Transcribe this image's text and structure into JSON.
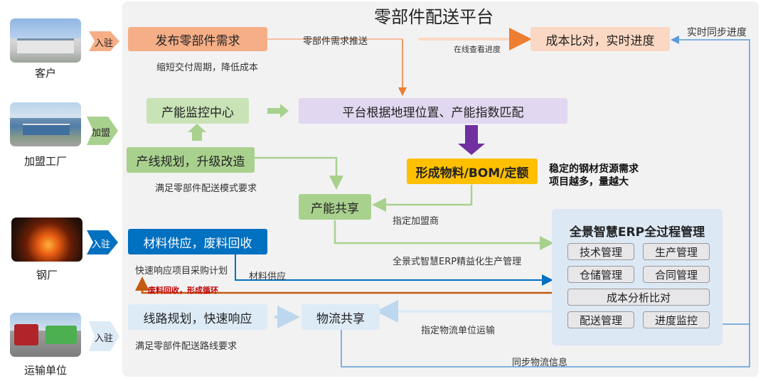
{
  "title": "零部件配送平台",
  "entities": {
    "customer": "客户",
    "factory": "加盟工厂",
    "steel": "钢厂",
    "transport": "运输单位"
  },
  "chevrons": {
    "customer": "入驻",
    "factory": "加盟",
    "steel": "入驻",
    "transport": "入驻"
  },
  "boxes": {
    "publish": "发布零部件需求",
    "compare": "成本比对，实时进度",
    "monitor": "产能监控中心",
    "match": "平台根据地理位置、产能指数匹配",
    "planning": "产线规划，升级改造",
    "bom": "形成物料/BOM/定额",
    "capacity_share": "产能共享",
    "material": "材料供应，废料回收",
    "route": "线路规划，快速响应",
    "logistics_share": "物流共享"
  },
  "captions": {
    "push": "零部件需求推送",
    "online": "在线查看进度",
    "shorten": "缩短交付周期，降低成本",
    "realtime": "实时同步进度",
    "steel_demand_1": "稳定的钢材货源需求",
    "steel_demand_2": "项目越多，量越大",
    "meet_parts": "满足零部件配送模式要求",
    "assign_factory": "指定加盟商",
    "erp_flow": "全景式智慧ERP精益化生产管理",
    "fast_purchase": "快速响应项目采购计划",
    "material_supply": "材料供应",
    "waste_cycle": "废料回收，形成循环",
    "assign_transport": "指定物流单位运输",
    "meet_route": "满足零部件配送路线要求",
    "sync_logistics": "同步物流信息"
  },
  "erp": {
    "title": "全景智慧ERP全过程管理",
    "modules": [
      "技术管理",
      "生产管理",
      "仓储管理",
      "合同管理",
      "成本分析比对",
      "配送管理",
      "进度监控"
    ]
  },
  "colors": {
    "orange": "#f6ae86",
    "orange_light": "#fbd8c3",
    "green": "#a9d18e",
    "green_light": "#c9e3b7",
    "purple": "#cdbbe6",
    "purple_arrow": "#7030a0",
    "gold": "#ffc000",
    "blue": "#0070c0",
    "blue_light": "#bdd7ee",
    "blue_arrow": "#5b9bd5",
    "waste_red": "#c00000",
    "waste_arrow": "#c55a11"
  }
}
